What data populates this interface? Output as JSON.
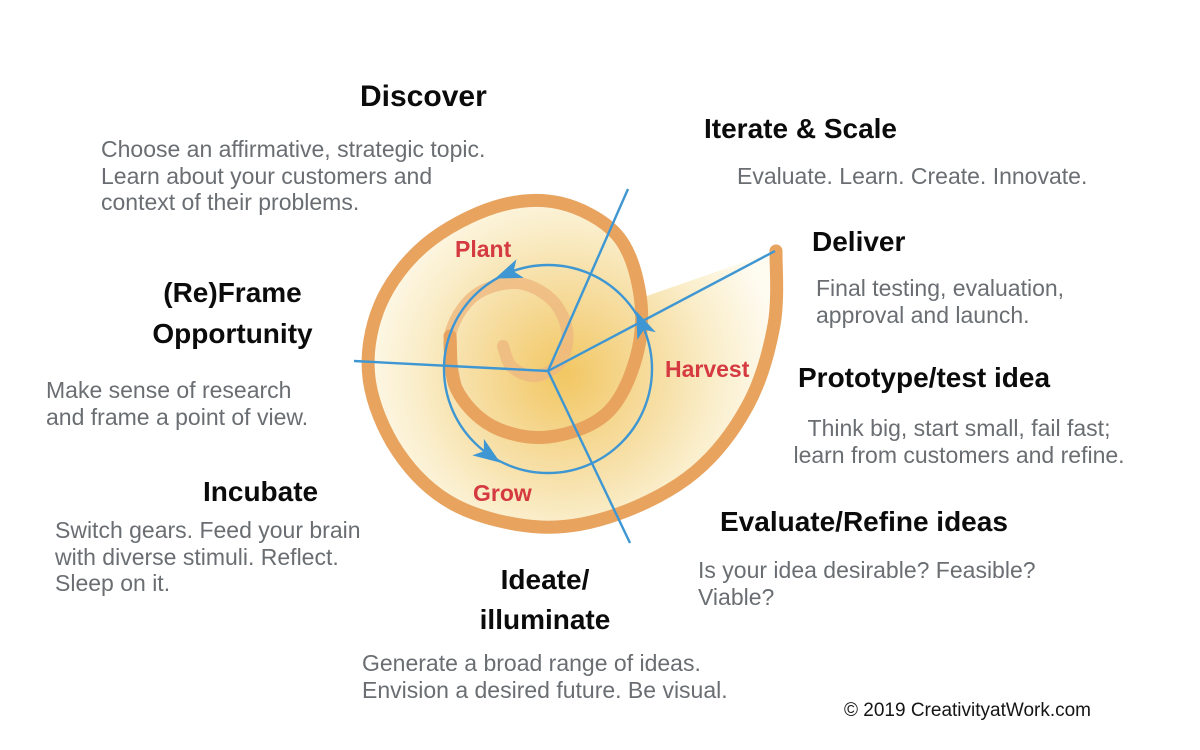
{
  "sections": {
    "discover": {
      "title": "Discover",
      "body": "Choose an affirmative, strategic topic.\nLearn about your customers and\ncontext of their problems."
    },
    "iterate_scale": {
      "title": "Iterate & Scale",
      "body": "Evaluate. Learn. Create. Innovate."
    },
    "deliver": {
      "title": "Deliver",
      "body": "Final testing, evaluation,\napproval and launch."
    },
    "prototype": {
      "title": "Prototype/test idea",
      "body": "Think big, start small, fail fast;\nlearn from customers and refine."
    },
    "evaluate_refine": {
      "title": "Evaluate/Refine ideas",
      "body": "Is your idea desirable? Feasible?\nViable?"
    },
    "ideate": {
      "title": "Ideate/\nilluminate",
      "body": "Generate a broad range of ideas.\nEnvision a desired future. Be visual."
    },
    "incubate": {
      "title": "Incubate",
      "body": "Switch gears. Feed your brain\nwith diverse stimuli. Reflect.\nSleep on it."
    },
    "reframe": {
      "title": "(Re)Frame\nOpportunity",
      "body": "Make sense of research\nand frame a point of view."
    }
  },
  "spiral_labels": {
    "plant": "Plant",
    "harvest": "Harvest",
    "grow": "Grow"
  },
  "footer": {
    "copyright": "© 2019 CreativityatWork.com"
  },
  "colors": {
    "heading": "#0b0b0b",
    "body_text": "#6a6e72",
    "spiral_orange": "#e8a45f",
    "spiral_inner_orange": "#edb87f",
    "cycle_blue": "#3e96d2",
    "label_red": "#d43a40",
    "fill_center_yellow": "#f2c763",
    "fill_mid_yellow": "#f6dc9e",
    "fill_pale_yellow": "#faeecb",
    "fill_edge_cream": "#fefbf1"
  }
}
